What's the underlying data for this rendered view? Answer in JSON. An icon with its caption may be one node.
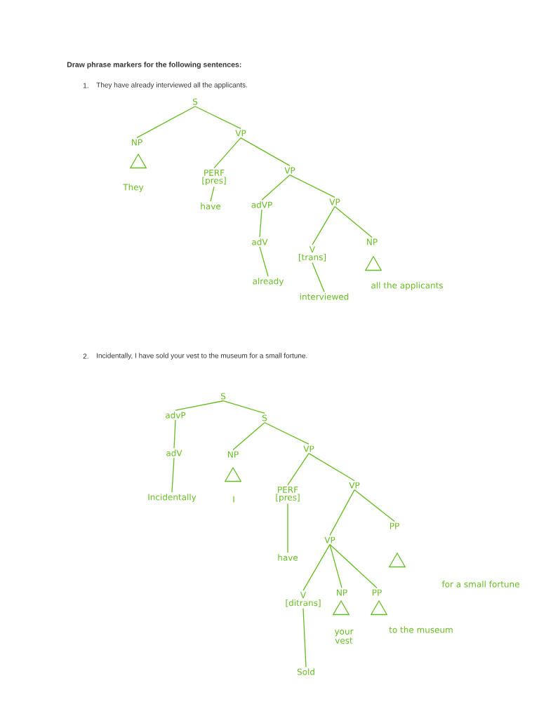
{
  "diagram": {
    "title": "Draw phrase markers for the following sentences:",
    "nodes": [
      {
        "text": [
          "S"
        ]
      },
      {
        "text": [
          "NP"
        ]
      },
      {
        "text": [],
        "shape": "triangle"
      },
      {
        "text": [
          "They"
        ]
      },
      {
        "text": [
          "VP"
        ]
      },
      {
        "text": [
          "PERF",
          "[pres]"
        ]
      },
      {
        "text": [
          "have"
        ]
      },
      {
        "text": [
          "VP"
        ]
      },
      {
        "text": [
          "adVP"
        ]
      },
      {
        "text": [
          "adV"
        ]
      },
      {
        "text": [
          "already"
        ]
      },
      {
        "text": [
          "VP"
        ]
      },
      {
        "text": [
          "V",
          "[trans]"
        ]
      },
      {
        "text": [
          "interviewed"
        ]
      },
      {
        "text": [
          "NP"
        ]
      },
      {
        "text": [],
        "shape": "triangle"
      },
      {
        "text": [
          "all the applicants"
        ]
      },
      {
        "text": [
          "S"
        ]
      },
      {
        "text": [
          "advP"
        ]
      },
      {
        "text": [
          "adV"
        ]
      },
      {
        "text": [
          "Incidentally"
        ]
      },
      {
        "text": [
          "NP"
        ]
      },
      {
        "text": [],
        "shape": "triangle"
      },
      {
        "text": [
          "I"
        ]
      },
      {
        "text": [
          "S"
        ]
      },
      {
        "text": [
          "VP"
        ]
      },
      {
        "text": [
          "PERF",
          "[pres]"
        ]
      },
      {
        "text": [
          "have"
        ]
      },
      {
        "text": [
          "VP"
        ]
      },
      {
        "text": [
          "VP"
        ]
      },
      {
        "text": [
          "PP"
        ]
      },
      {
        "text": [],
        "shape": "triangle"
      },
      {
        "text": [
          "for a small fortune"
        ]
      },
      {
        "text": [
          "V",
          "[ditrans]"
        ]
      },
      {
        "text": [
          "Sold"
        ]
      },
      {
        "text": [
          "NP"
        ]
      },
      {
        "text": [],
        "shape": "triangle"
      },
      {
        "text": [
          "your vest"
        ]
      },
      {
        "text": [
          "PP"
        ]
      },
      {
        "text": [],
        "shape": "triangle"
      },
      {
        "text": [
          "to the museum"
        ]
      }
    ],
    "edges": [
      {
        "from": 0,
        "to": 1,
        "arrow": "none"
      },
      {
        "from": 0,
        "to": 4,
        "arrow": "none"
      },
      {
        "from": 4,
        "to": 5,
        "arrow": "none"
      },
      {
        "from": 4,
        "to": 7,
        "arrow": "none"
      },
      {
        "from": 5,
        "to": 6,
        "arrow": "none"
      },
      {
        "from": 7,
        "to": 8,
        "arrow": "none"
      },
      {
        "from": 7,
        "to": 11,
        "arrow": "none"
      },
      {
        "from": 8,
        "to": 9,
        "arrow": "none"
      },
      {
        "from": 9,
        "to": 10,
        "arrow": "none"
      },
      {
        "from": 11,
        "to": 12,
        "arrow": "none"
      },
      {
        "from": 11,
        "to": 14,
        "arrow": "none"
      },
      {
        "from": 12,
        "to": 13,
        "arrow": "none"
      },
      {
        "from": 17,
        "to": 18,
        "arrow": "none"
      },
      {
        "from": 17,
        "to": 24,
        "arrow": "none"
      },
      {
        "from": 18,
        "to": 19,
        "arrow": "none"
      },
      {
        "from": 19,
        "to": 20,
        "arrow": "none"
      },
      {
        "from": 24,
        "to": 21,
        "arrow": "none"
      },
      {
        "from": 24,
        "to": 25,
        "arrow": "none"
      },
      {
        "from": 25,
        "to": 26,
        "arrow": "none"
      },
      {
        "from": 25,
        "to": 28,
        "arrow": "none"
      },
      {
        "from": 26,
        "to": 27,
        "arrow": "none"
      },
      {
        "from": 28,
        "to": 29,
        "arrow": "none"
      },
      {
        "from": 28,
        "to": 30,
        "arrow": "none"
      },
      {
        "from": 29,
        "to": 33,
        "arrow": "none"
      },
      {
        "from": 29,
        "to": 35,
        "arrow": "none"
      },
      {
        "from": 29,
        "to": 38,
        "arrow": "none"
      },
      {
        "from": 33,
        "to": 34,
        "arrow": "none"
      }
    ],
    "labels": [
      "1.",
      "They have already interviewed all the applicants.",
      "2.",
      "Incidentally, I have sold your vest to the museum for a small fortune."
    ]
  }
}
